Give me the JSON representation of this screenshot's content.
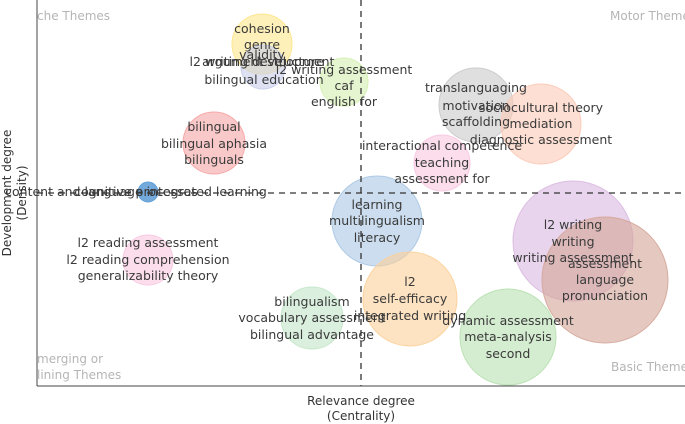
{
  "chart_data": {
    "type": "scatter",
    "subtype": "bubble / thematic map",
    "xlabel_lines": [
      "Relevance degree",
      "(Centrality)"
    ],
    "ylabel_lines": [
      "Development degree",
      "(Density)"
    ],
    "quadrants": {
      "top_left": "che Themes",
      "top_right": "Motor Theme",
      "bottom_left_lines": [
        "merging or",
        "lining Themes"
      ],
      "bottom_right": "Basic Theme"
    },
    "x_axis": {
      "ticks": "none",
      "divider": "dashed vertical"
    },
    "y_axis": {
      "ticks": "none",
      "divider": "dashed horizontal"
    },
    "bubbles": [
      {
        "labels": [
          "cohesion",
          "genre",
          "validity"
        ],
        "color": "#fde68a"
      },
      {
        "labels": [
          "argument structure",
          "l2 writing development",
          "bilingual education"
        ],
        "color": "#c7cde9"
      },
      {
        "labels": [
          "l2 writing assessment",
          "caf",
          "english for"
        ],
        "color": "#d4efb0"
      },
      {
        "labels": [
          "bilingual",
          "bilingual aphasia",
          "bilinguals"
        ],
        "color": "#f5a3a3"
      },
      {
        "labels": [
          "translanguaging",
          "motivation",
          "scaffolding"
        ],
        "color": "#c9c9c9"
      },
      {
        "labels": [
          "sociocultural theory",
          "mediation",
          "diagnostic assessment"
        ],
        "color": "#fcc9b5"
      },
      {
        "labels": [
          "interactional competence",
          "teaching",
          "assessment for"
        ],
        "color": "#f8c6e0"
      },
      {
        "labels": [
          "content and language integrated learning",
          "cognitive processes"
        ],
        "color": "#5b9bd5"
      },
      {
        "labels": [
          "learning",
          "multilingualism",
          "literacy"
        ],
        "color": "#a9c6e3"
      },
      {
        "labels": [
          "l2 writing",
          "writing",
          "writing assessment"
        ],
        "color": "#d9b8e0"
      },
      {
        "labels": [
          "assessment",
          "language",
          "pronunciation"
        ],
        "color": "#d4a598"
      },
      {
        "labels": [
          "l2 reading assessment",
          "l2 reading comprehension",
          "generalizability theory"
        ],
        "color": "#f8c6e0"
      },
      {
        "labels": [
          "l2",
          "self-efficacy",
          "integrated writing"
        ],
        "color": "#fcd09a"
      },
      {
        "labels": [
          "bilingualism",
          "vocabulary assessment",
          "bilingual advantage"
        ],
        "color": "#c2e5c8"
      },
      {
        "labels": [
          "dynamic assessment",
          "meta-analysis",
          "second"
        ],
        "color": "#b8e0b0"
      }
    ]
  }
}
